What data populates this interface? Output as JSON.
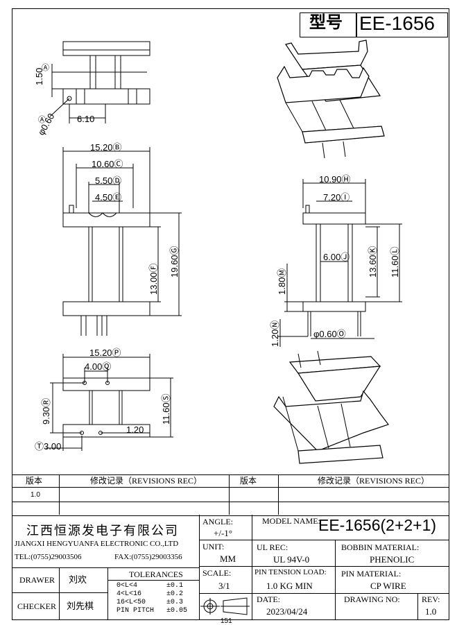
{
  "title_block": {
    "model_label": "型号",
    "model_value": "EE-1656"
  },
  "views": {
    "top_dims": {
      "d1": "1.50",
      "d2": "6.10",
      "d3": "φ0.60",
      "mark_a1": "Ⓐ",
      "mark_a2": "Ⓐ"
    },
    "front_dims": {
      "a": "15.20Ⓑ",
      "b": "10.60Ⓒ",
      "c": "5.50Ⓓ",
      "d": "4.50Ⓔ",
      "e": "13.00Ⓕ",
      "f": "19.60Ⓖ"
    },
    "side_dims": {
      "a": "10.90Ⓗ",
      "b": "7.20Ⓘ",
      "c": "6.00Ⓙ",
      "d": "13.60Ⓚ",
      "e": "11.60Ⓛ",
      "f": "1.80Ⓜ",
      "g": "1.20Ⓝ",
      "h": "φ0.60Ⓞ"
    },
    "bottom_dims": {
      "a": "15.20Ⓟ",
      "b": "4.00Ⓠ",
      "c": "9.30Ⓡ",
      "d": "11.60Ⓢ",
      "e": "1.20",
      "f": "Ⓣ3.00"
    }
  },
  "revisions": {
    "col1": "版本",
    "col2": "修改记录（REVISIONS REC）",
    "col3": "版本",
    "col4": "修改记录（REVISIONS REC）",
    "row1_version": "1.0"
  },
  "company": {
    "name_cn": "江西恒源发电子有限公司",
    "name_en": "JIANGXI HENGYUANFA ELECTRONIC CO.,LTD",
    "tel": "TEL:(0755)29003506",
    "fax": "FAX:(0755)29003356"
  },
  "fields": {
    "angle_label": "ANGLE:",
    "angle_value": "+/-1°",
    "unit_label": "UNIT:",
    "unit_value": "MM",
    "scale_label": "SCALE:",
    "scale_value": "3/1",
    "model_name_label": "MODEL NAME:",
    "model_name_value": "EE-1656(2+2+1)",
    "ul_rec_label": "UL REC:",
    "ul_rec_value": "UL 94V-0",
    "bobbin_label": "BOBBIN MATERIAL:",
    "bobbin_value": "PHENOLIC",
    "pin_tension_label": "PIN TENSION LOAD:",
    "pin_tension_value": "1.0 KG MIN",
    "pin_material_label": "PIN MATERIAL:",
    "pin_material_value": "CP WIRE",
    "date_label": "DATE:",
    "date_value": "2023/04/24",
    "drawing_no_label": "DRAWING NO:",
    "rev_label": "REV:",
    "rev_value": "1.0"
  },
  "people": {
    "drawer_label": "DRAWER",
    "drawer_name": "刘欢",
    "checker_label": "CHECKER",
    "checker_name": "刘先棋"
  },
  "tolerances": {
    "header": "TOLERANCES",
    "rows": [
      {
        "range": "0<L<4",
        "value": "±0.1"
      },
      {
        "range": "4<L<16",
        "value": "±0.2"
      },
      {
        "range": "16<L<50",
        "value": "±0.3"
      },
      {
        "range": "PIN PITCH",
        "value": "±0.05"
      }
    ]
  },
  "footer_text": "151"
}
